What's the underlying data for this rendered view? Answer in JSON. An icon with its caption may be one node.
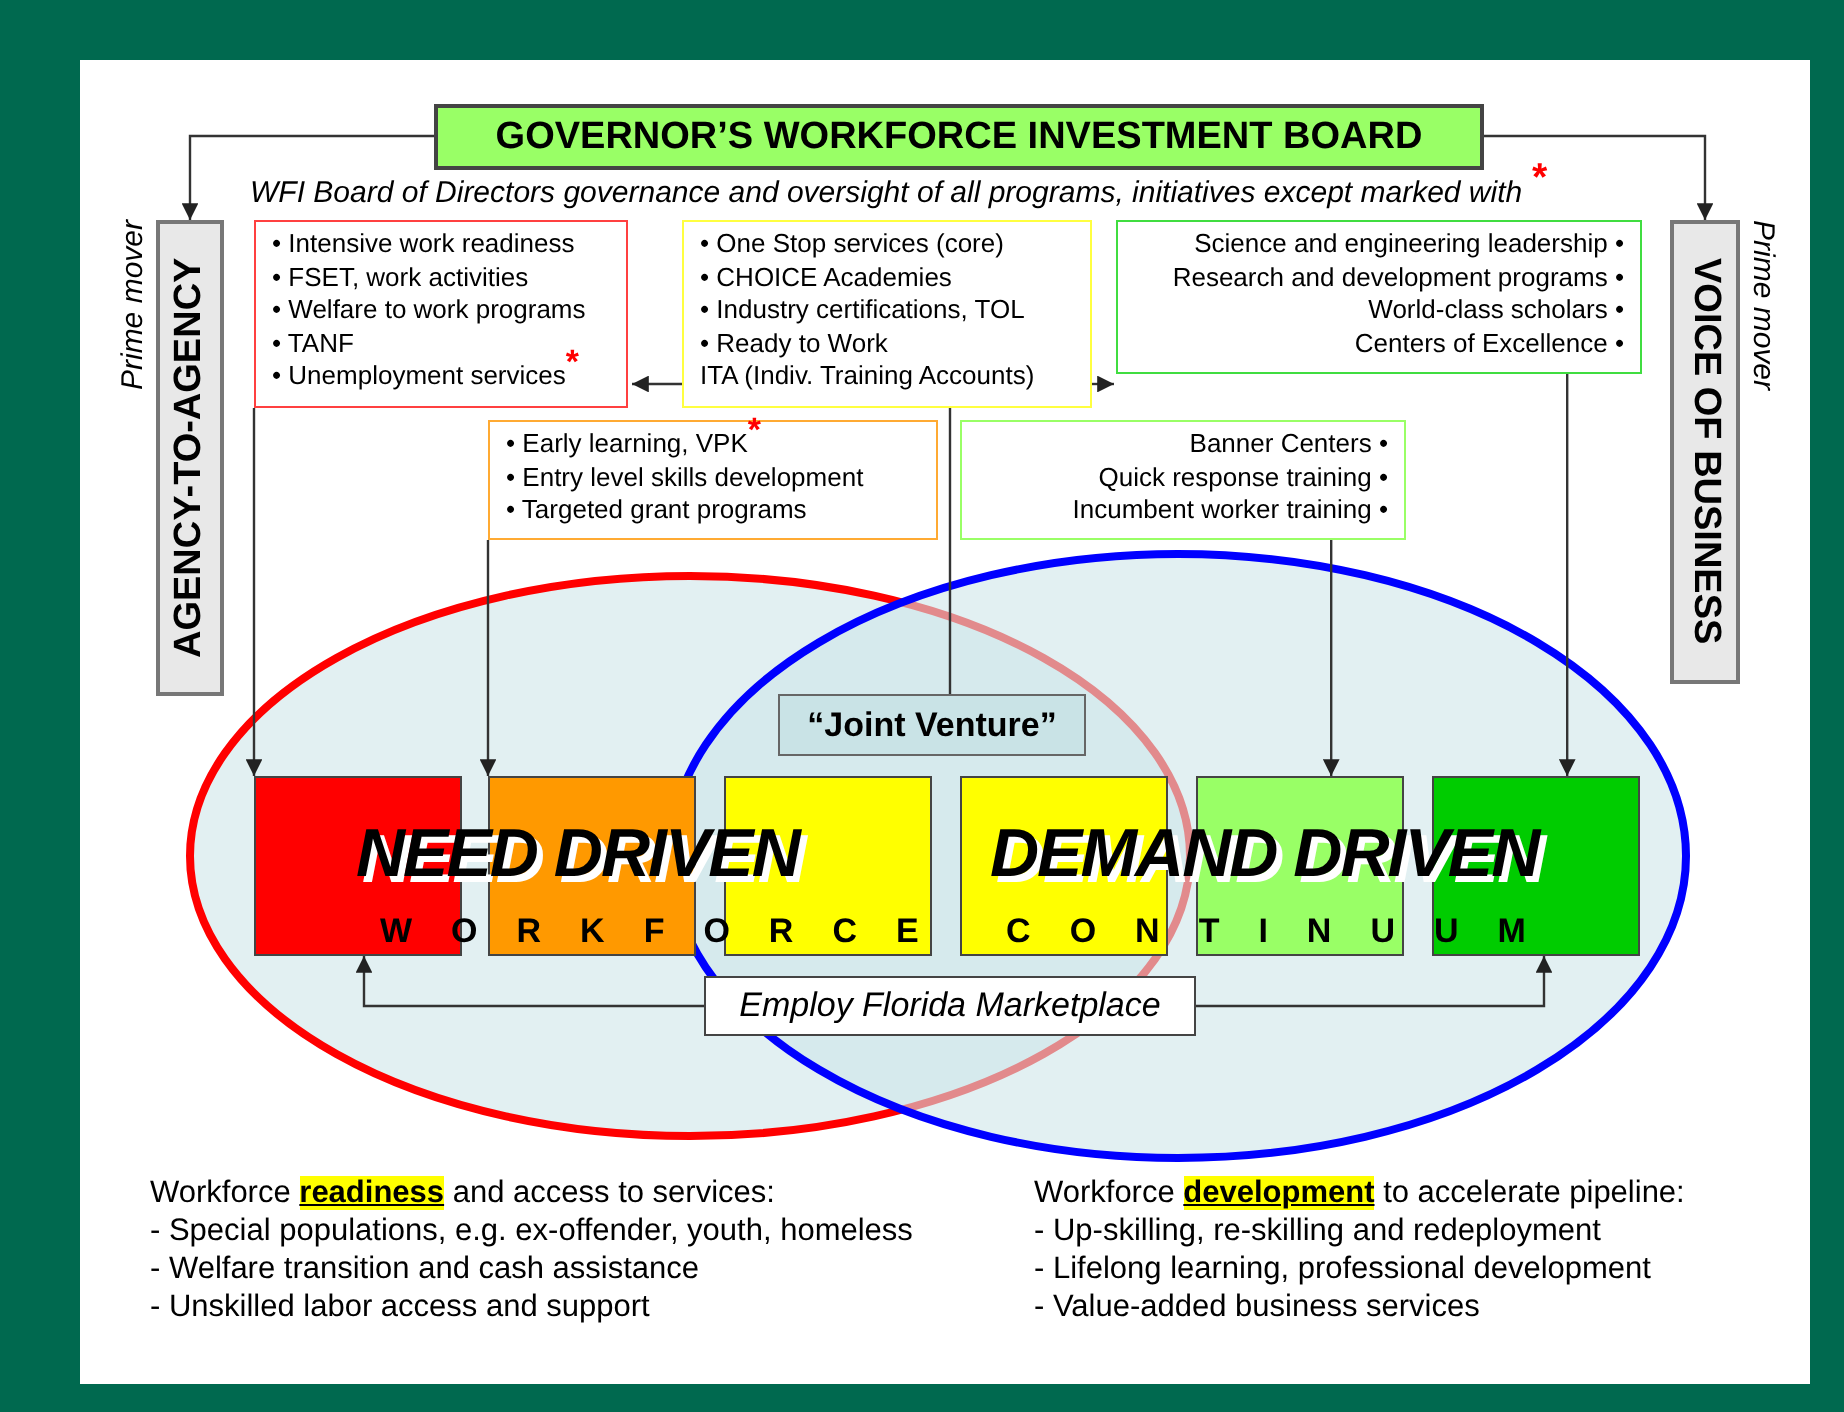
{
  "diagram": {
    "nodes": [
      {
        "text": [
          "GOVERNOR’S WORKFORCE INVESTMENT BOARD"
        ]
      },
      {
        "text": [
          "AGENCY-TO-AGENCY"
        ],
        "beside": [
          "Prime mover"
        ]
      },
      {
        "text": [
          "VOICE OF BUSINESS"
        ],
        "beside": [
          "Prime mover"
        ]
      },
      {
        "text": [
          "• Intensive work readiness",
          "• FSET, work activities",
          "• Welfare to work programs",
          "• TANF",
          "• Unemployment services$^{*}$"
        ]
      },
      {
        "text": [
          "• One Stop services (core)",
          "• CHOICE Academies",
          "• Industry certifications, TOL",
          "• Ready to Work",
          "ITA (Indiv. Training Accounts)"
        ]
      },
      {
        "text": [
          "Science and engineering leadership •",
          "Research and development programs •",
          "World-class scholars •",
          "Centers of Excellence •"
        ]
      },
      {
        "text": [
          "• Early learning, VPK$^{*}$",
          "• Entry level skills development",
          "• Targeted grant programs"
        ]
      },
      {
        "text": [
          "Banner Centers •",
          "Quick response training •",
          "Incumbent worker training •"
        ]
      },
      {
        "text": [
          "“Joint Venture”"
        ]
      },
      {
        "text": [],
        "shape": "box"
      },
      {
        "text": [],
        "shape": "box"
      },
      {
        "text": [],
        "shape": "box"
      },
      {
        "text": [],
        "shape": "box"
      },
      {
        "text": [],
        "shape": "box"
      },
      {
        "text": [],
        "shape": "box"
      },
      {
        "text": [
          "Employ Florida Marketplace"
        ]
      }
    ],
    "edges": [
      {
        "from": 0,
        "to": 1,
        "arrow": "to"
      },
      {
        "from": 0,
        "to": 2,
        "arrow": "to"
      },
      {
        "from": 4,
        "to": 3,
        "arrow": "to"
      },
      {
        "from": 4,
        "to": 5,
        "arrow": "to"
      },
      {
        "from": 3,
        "to": 9,
        "arrow": "to"
      },
      {
        "from": 6,
        "to": 10,
        "arrow": "to"
      },
      {
        "from": 4,
        "to": 8,
        "arrow": "none"
      },
      {
        "from": 7,
        "to": 13,
        "arrow": "to"
      },
      {
        "from": 5,
        "to": 14,
        "arrow": "to"
      },
      {
        "from": 15,
        "to": 9,
        "arrow": "to"
      },
      {
        "from": 15,
        "to": 14,
        "arrow": "to"
      }
    ],
    "labels": [
      "WFI Board of Directors governance and oversight of all programs, initiatives except marked with $^{*}$",
      "NEED DRIVEN",
      "DEMAND DRIVEN",
      "WORKFORCE CONTINUUM",
      "Workforce **readiness** and access to services:",
      "- Special populations, e.g. ex-offender, youth, homeless",
      "- Welfare transition and cash assistance",
      "- Unskilled labor access and support",
      "Workforce **development** to accelerate pipeline:",
      "- Up-skilling, re-skilling and redeployment",
      "- Lifelong learning, professional development",
      "- Value-added business services"
    ]
  }
}
